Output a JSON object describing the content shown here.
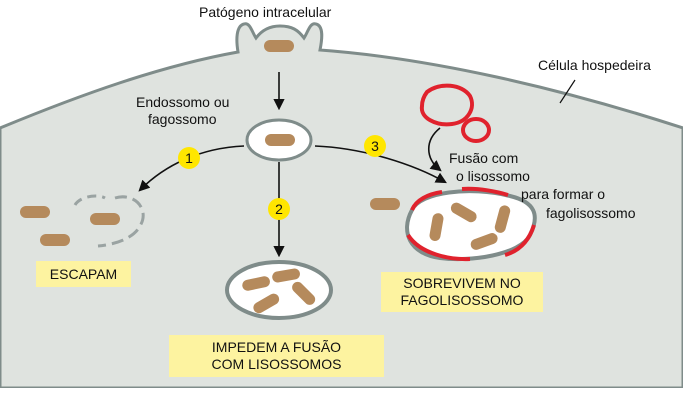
{
  "labels": {
    "pathogen": "Patógeno intracelular",
    "host_cell": "Célula hospedeira",
    "endosome_1": "Endossomo ou",
    "endosome_2": "fagossomo",
    "fusion_1": "Fusão com",
    "fusion_2": "o lisossomo",
    "fusion_3": "para formar o",
    "fusion_4": "fagolisossomo"
  },
  "steps": [
    {
      "number": "1",
      "caption_lines": [
        "ESCAPAM"
      ]
    },
    {
      "number": "2",
      "caption_lines": [
        "IMPEDEM A FUSÃO",
        "COM LISOSSOMOS"
      ]
    },
    {
      "number": "3",
      "caption_lines": [
        "SOBREVIVEM NO",
        "FAGOLISOSSOMO"
      ]
    }
  ],
  "colors": {
    "cytoplasm": "#dfe3df",
    "membrane": "#7f8c8a",
    "bacterium": "#b58a5c",
    "lysosome": "#e0222d",
    "step_badge": "#ffe600",
    "caption_box": "#fdf3a0"
  }
}
